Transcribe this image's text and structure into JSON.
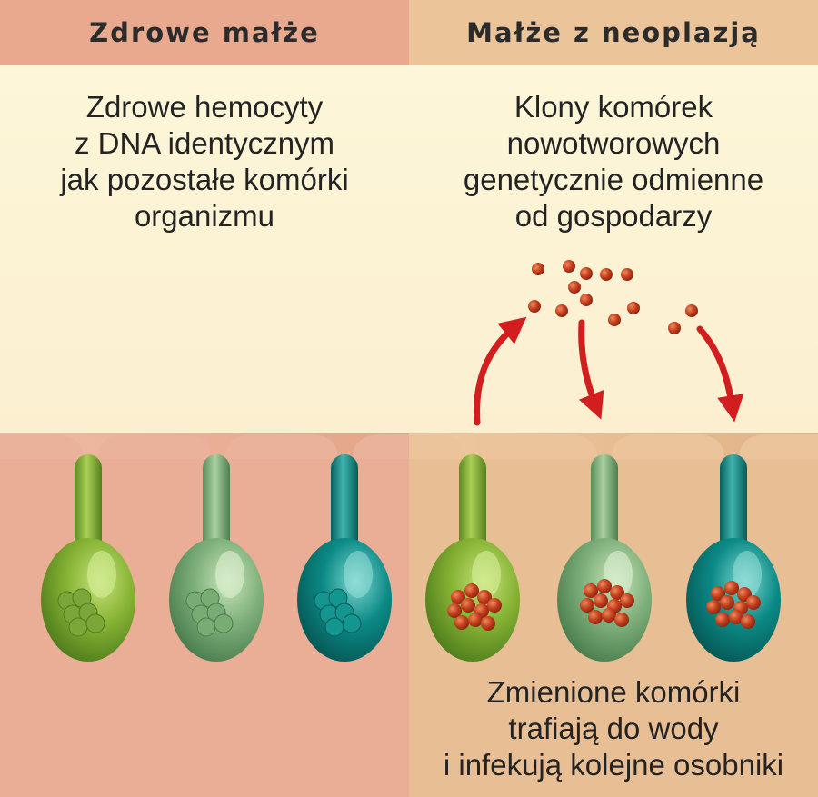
{
  "panels": {
    "left": {
      "header": "Zdrowe małże",
      "caption": "Zdrowe hemocyty\nz DNA identycznym\njak pozostałe komórki\norganizmu"
    },
    "right": {
      "header": "Małże z neoplazją",
      "caption": "Klony komórek\nnowotworowych\ngenetycznie odmienne\nod gospodarzy",
      "bottom_caption": "Zmienione komórki\ntrafiają do wody\ni infekują kolejne osobniki"
    }
  },
  "colors": {
    "left_header_bg": "#e8a98e",
    "right_header_bg": "#ecc49a",
    "caption_bg": "#fdf6d8",
    "left_tissue": "#eab29a",
    "right_tissue": "#ebc49c",
    "cell_green": "#86b334",
    "cell_light_green": "#7fb07c",
    "cell_teal": "#0b8a86",
    "cancer_cell": "#c33f1e",
    "arrow": "#d21e1e"
  }
}
